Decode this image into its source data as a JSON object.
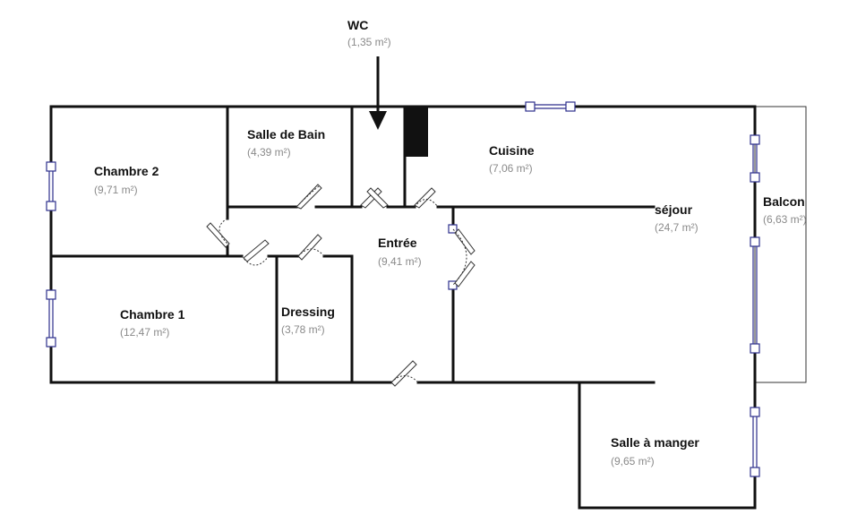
{
  "colors": {
    "wall": "#111111",
    "window_frame": "#2d2f8c",
    "area_text": "#8a8a8a",
    "label_text": "#111111"
  },
  "rooms": {
    "wc": {
      "name": "WC",
      "area": "(1,35 m²)"
    },
    "salle_de_bain": {
      "name": "Salle de Bain",
      "area": "(4,39 m²)"
    },
    "chambre_2": {
      "name": "Chambre 2",
      "area": "(9,71 m²)"
    },
    "cuisine": {
      "name": "Cuisine",
      "area": "(7,06 m²)"
    },
    "sejour": {
      "name": "séjour",
      "area": "(24,7 m²)"
    },
    "balcon": {
      "name": "Balcon",
      "area": "(6,63 m²)"
    },
    "entree": {
      "name": "Entrée",
      "area": "(9,41 m²)"
    },
    "chambre_1": {
      "name": "Chambre 1",
      "area": "(12,47 m²)"
    },
    "dressing": {
      "name": "Dressing",
      "area": "(3,78 m²)"
    },
    "salle_a_manger": {
      "name": "Salle à manger",
      "area": "(9,65 m²)"
    }
  },
  "icons": {
    "pointer": "down-arrow-icon",
    "door": "door-swing-icon",
    "window": "window-icon"
  }
}
